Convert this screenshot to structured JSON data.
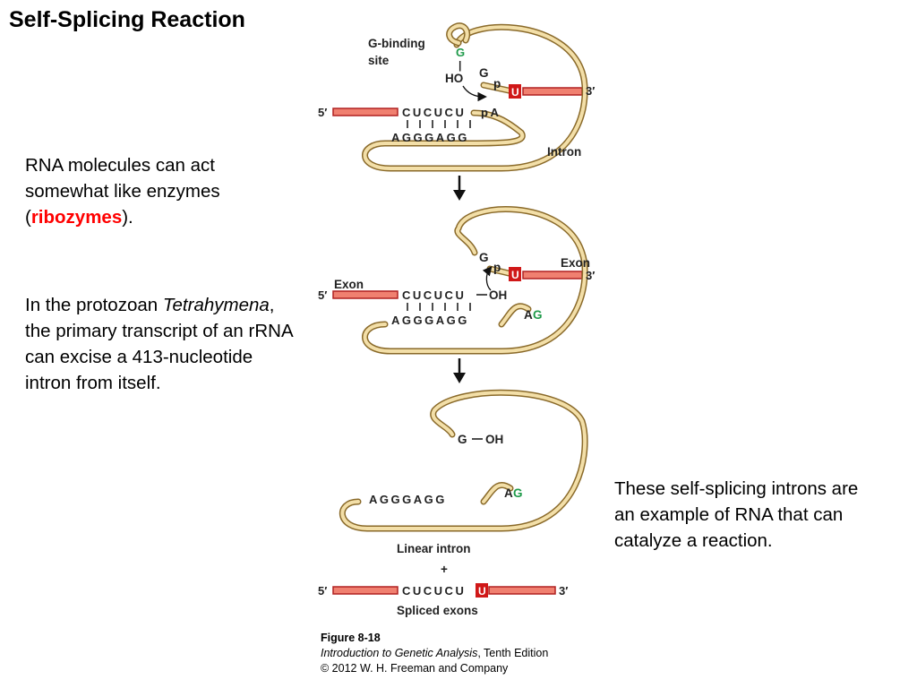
{
  "slide": {
    "title": "Self-Splicing Reaction",
    "para1_a": "RNA molecules can act somewhat like enzymes (",
    "para1_b": "ribozymes",
    "para1_c": ").",
    "para2_a": "In the protozoan ",
    "para2_b": "Tetrahymena",
    "para2_c": ", the primary transcript of an rRNA can excise a 413-nucleotide intron from itself.",
    "para3": "These self-splicing introns are an example of RNA that can catalyze a reaction."
  },
  "diagram": {
    "g_binding_1": "G-binding",
    "g_binding_2": "site",
    "intron": "Intron",
    "exon": "Exon",
    "five_prime": "5′",
    "three_prime": "3′",
    "seq_top": "CUCUCU",
    "seq_bottom": "AGGGAGG",
    "pA": "pA",
    "G": "G",
    "U": "U",
    "p": "p",
    "A": "A",
    "HO": "HO",
    "OH": "OH",
    "G_OH": "G",
    "bar": "|",
    "linear_intron": "Linear intron",
    "plus": "+",
    "spliced_exons": "Spliced exons"
  },
  "caption": {
    "figure": "Figure 8-18",
    "book": "Introduction to Genetic Analysis",
    "edition": ", Tenth Edition",
    "copyright": "© 2012 W. H. Freeman and Company"
  }
}
